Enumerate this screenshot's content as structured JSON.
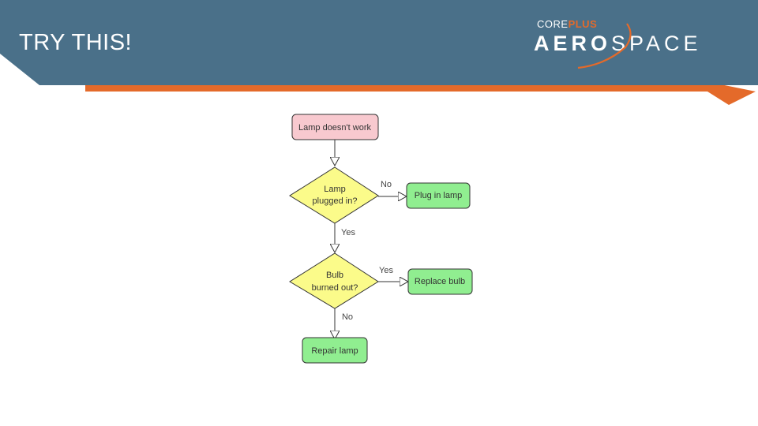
{
  "slide": {
    "title": "TRY THIS!"
  },
  "logo": {
    "top_word_1": "CORE",
    "top_word_2": "PLUS",
    "main_word_1": "AERO",
    "main_word_2": "SPACE"
  },
  "colors": {
    "header_blue": "#4a7089",
    "accent_orange": "#e46a2a",
    "start_pink": "#f8c9cf",
    "decision_yellow": "#fbfb8a",
    "action_green": "#90ee90"
  },
  "flowchart": {
    "start": {
      "label": "Lamp doesn't work"
    },
    "decision1": {
      "line1": "Lamp",
      "line2": "plugged in?"
    },
    "action1": {
      "label": "Plug in lamp"
    },
    "decision2": {
      "line1": "Bulb",
      "line2": "burned out?"
    },
    "action2": {
      "label": "Replace bulb"
    },
    "action3": {
      "label": "Repair lamp"
    },
    "edges": {
      "d1_no": "No",
      "d1_yes": "Yes",
      "d2_yes": "Yes",
      "d2_no": "No"
    }
  }
}
